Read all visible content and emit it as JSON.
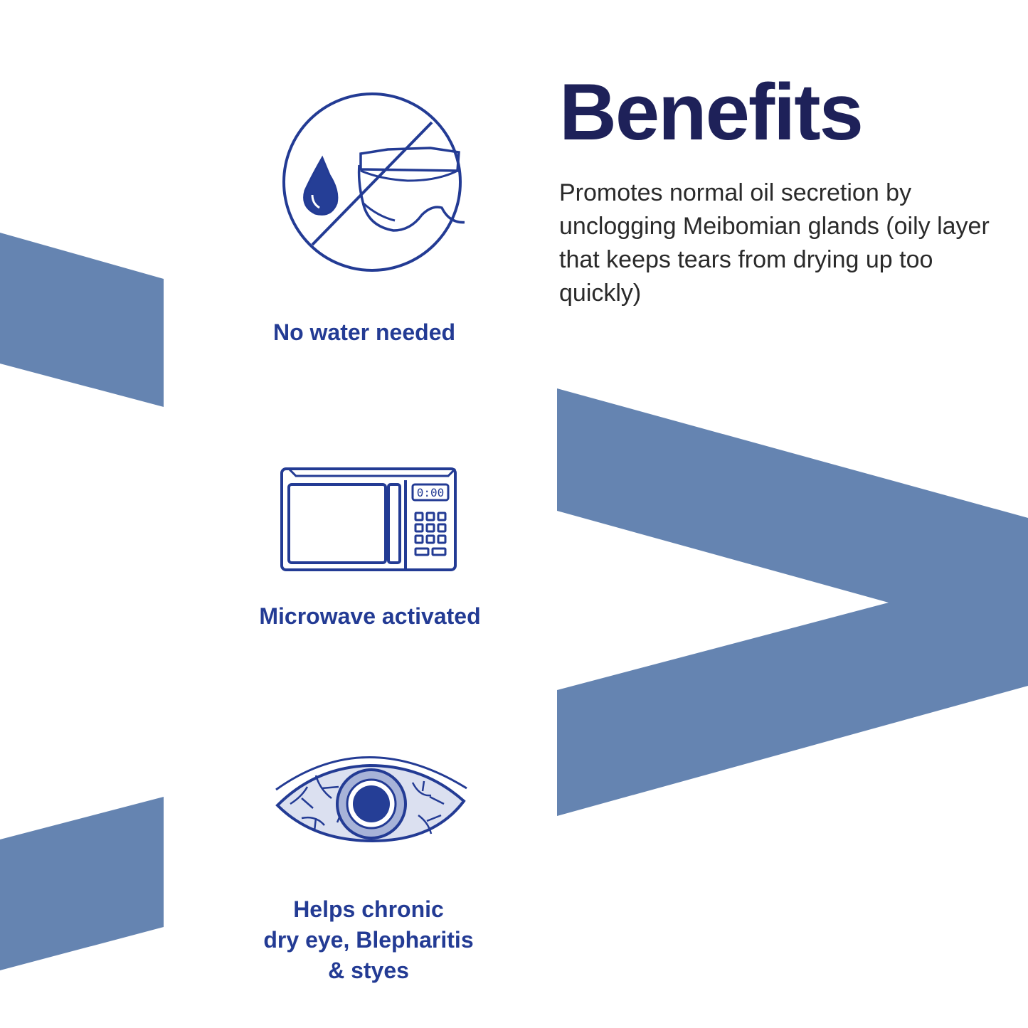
{
  "colors": {
    "heading": "#1e2159",
    "accent": "#233b94",
    "shape_fill": "#6584b1",
    "body_text": "#2a2a2a"
  },
  "benefits": {
    "title": "Benefits",
    "description": "Promotes normal oil secretion by unclogging Meibomian glands (oily layer that keeps tears from drying up too quickly)"
  },
  "features": [
    {
      "icon": "no-water-icon",
      "label": "No water needed"
    },
    {
      "icon": "microwave-icon",
      "label": "Microwave activated",
      "display": "0:00"
    },
    {
      "icon": "eye-icon",
      "label_lines": [
        "Helps chronic",
        "dry eye, Blepharitis",
        "& styes"
      ]
    }
  ]
}
